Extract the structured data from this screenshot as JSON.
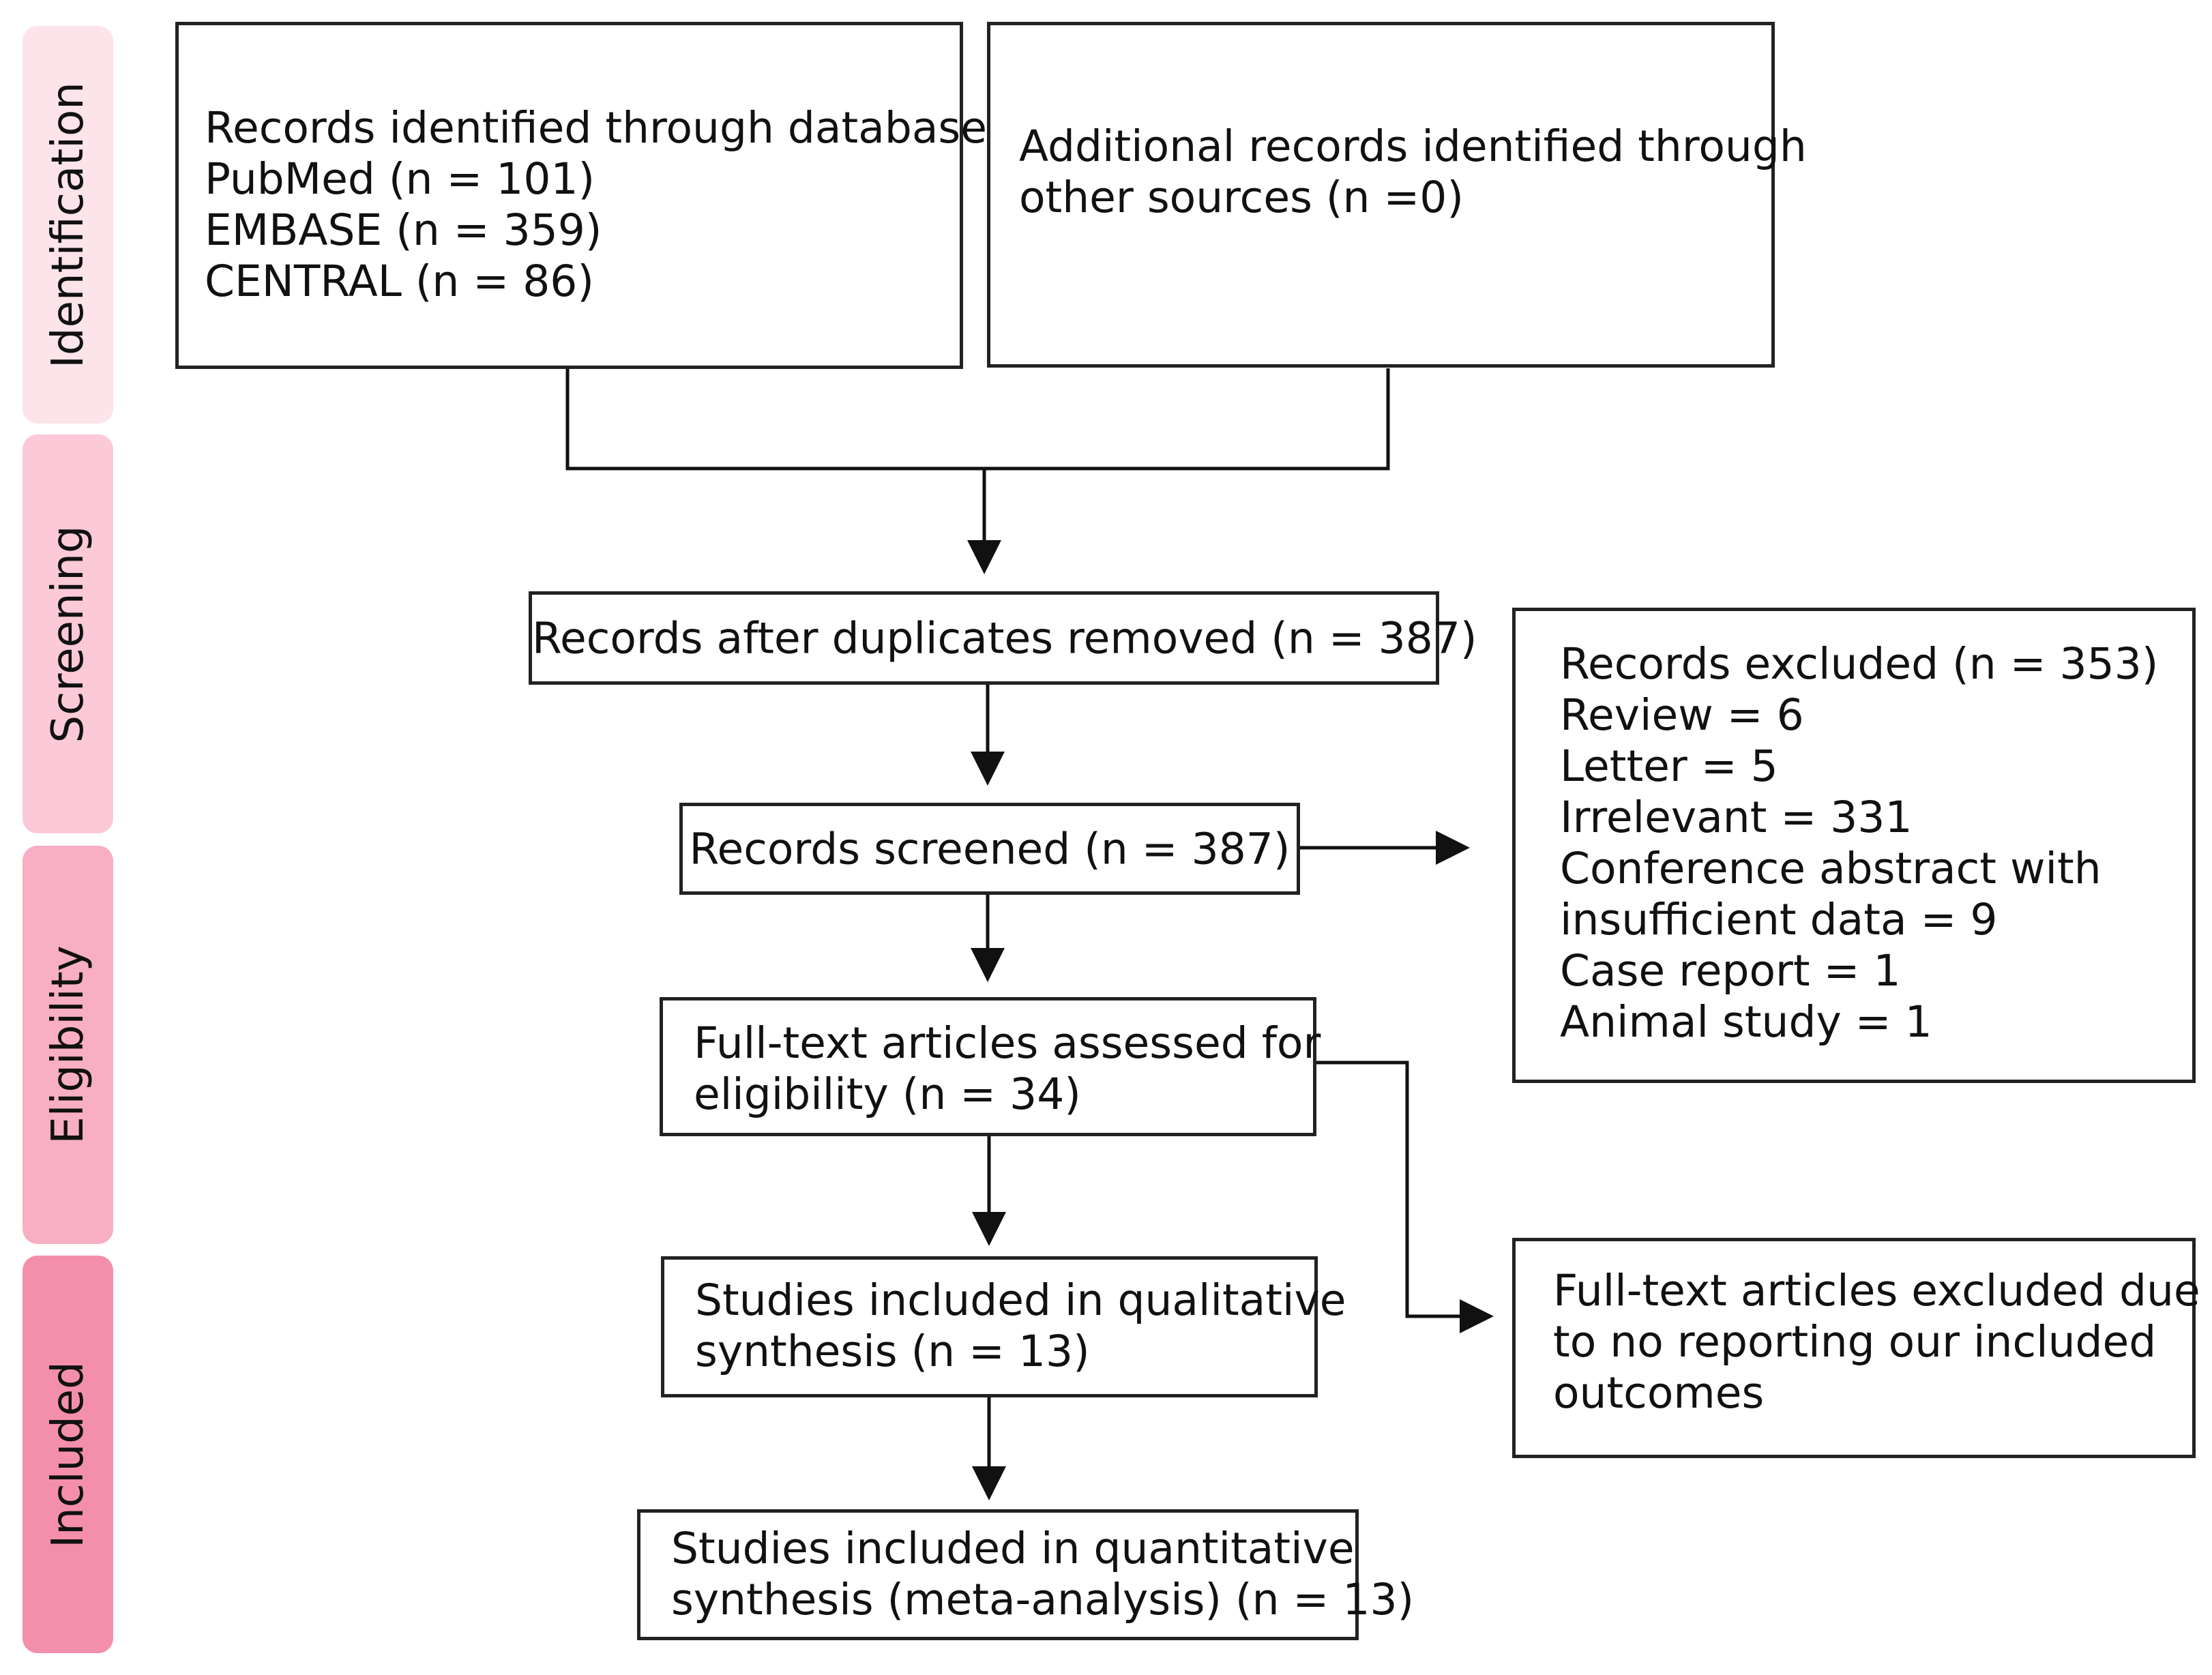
{
  "stages": {
    "identification": "Identification",
    "screening": "Screening",
    "eligibility": "Eligibility",
    "included": "Included"
  },
  "stage_colors": {
    "identification": "#fde3ea",
    "screening": "#fbc9d7",
    "eligibility": "#f8aec3",
    "included": "#f48fab"
  },
  "boxes": {
    "database": {
      "lines": [
        "Records identified through database :",
        "PubMed (n = 101)",
        "EMBASE (n = 359)",
        "CENTRAL (n = 86)"
      ]
    },
    "other_sources": {
      "lines": [
        "Additional records identified through",
        "other sources (n =0)"
      ]
    },
    "after_duplicates": {
      "text": "Records after duplicates removed (n = 387)"
    },
    "screened": {
      "text": "Records screened (n = 387)"
    },
    "excluded": {
      "lines": [
        "Records excluded (n = 353)",
        "Review = 6",
        "Letter = 5",
        "Irrelevant = 331",
        "Conference abstract with",
        "insufficient data = 9",
        "Case report = 1",
        "Animal study = 1"
      ]
    },
    "fulltext": {
      "lines": [
        "Full-text articles assessed for",
        "eligibility (n = 34)"
      ]
    },
    "fulltext_excluded": {
      "lines": [
        "Full-text articles excluded due",
        "to no reporting our included",
        "outcomes"
      ]
    },
    "qualitative": {
      "lines": [
        "Studies included in qualitative",
        "synthesis (n = 13)"
      ]
    },
    "quantitative": {
      "lines": [
        "Studies included in quantitative",
        "synthesis (meta-analysis) (n = 13)"
      ]
    }
  }
}
